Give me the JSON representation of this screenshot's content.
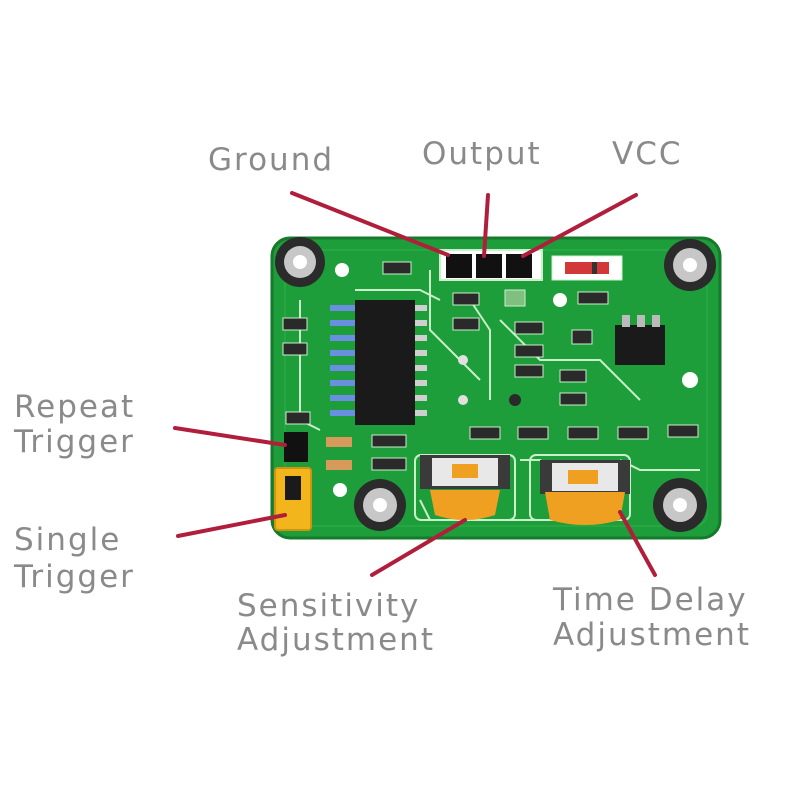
{
  "labels": {
    "ground": "Ground",
    "output": "Output",
    "vcc": "VCC",
    "repeat_trigger_line1": "Repeat",
    "repeat_trigger_line2": "Trigger",
    "single_trigger_line1": "Single",
    "single_trigger_line2": "Trigger",
    "sensitivity_line1": "Sensitivity",
    "sensitivity_line2": "Adjustment",
    "time_delay_line1": "Time Delay",
    "time_delay_line2": "Adjustment"
  },
  "colors": {
    "label_text": "#8a8a8a",
    "pointer_line": "#b01e3c",
    "pcb_green": "#1e9e3a",
    "pcb_dark_green": "#157a2b",
    "trace": "#c9f0c9",
    "jumper_yellow": "#f2b51c",
    "potentiometer_orange": "#f0a020"
  },
  "components": {
    "board": "pir-sensor-module-pcb",
    "header_pins": [
      "ground-pin",
      "output-pin",
      "vcc-pin"
    ],
    "ic": "bis0001-ic",
    "potentiometers": [
      "sensitivity-potentiometer",
      "time-delay-potentiometer"
    ],
    "jumper": "trigger-mode-jumper"
  }
}
